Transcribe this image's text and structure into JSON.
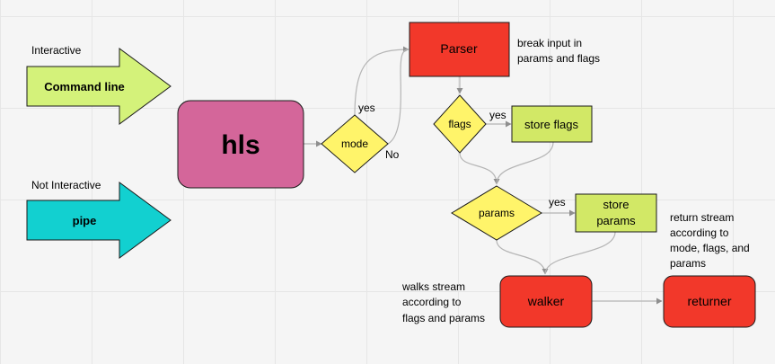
{
  "colors": {
    "arrow_green": "#d4f27a",
    "arrow_cyan": "#12d0d0",
    "hls_pink": "#d4669a",
    "decision_yellow": "#fff46a",
    "process_red": "#f2382a",
    "store_green": "#d2e866",
    "connector": "#b5b5b5"
  },
  "inputs": {
    "interactive_caption": "Interactive",
    "command_line_label": "Command line",
    "not_interactive_caption": "Not Interactive",
    "pipe_label": "pipe"
  },
  "nodes": {
    "hls": "hls",
    "mode": "mode",
    "parser": "Parser",
    "flags": "flags",
    "store_flags": "store flags",
    "params": "params",
    "store_params_line1": "store",
    "store_params_line2": "params",
    "walker": "walker",
    "returner": "returner"
  },
  "edge_labels": {
    "mode_yes": "yes",
    "mode_no": "No",
    "flags_yes": "yes",
    "params_yes": "yes"
  },
  "notes": {
    "parser_note_line1": "break input in",
    "parser_note_line2": "params and flags",
    "walker_note_line1": "walks stream",
    "walker_note_line2": "according to",
    "walker_note_line3": "flags and params",
    "returner_note_line1": "return stream",
    "returner_note_line2": "according to",
    "returner_note_line3": "mode, flags, and",
    "returner_note_line4": "params"
  }
}
